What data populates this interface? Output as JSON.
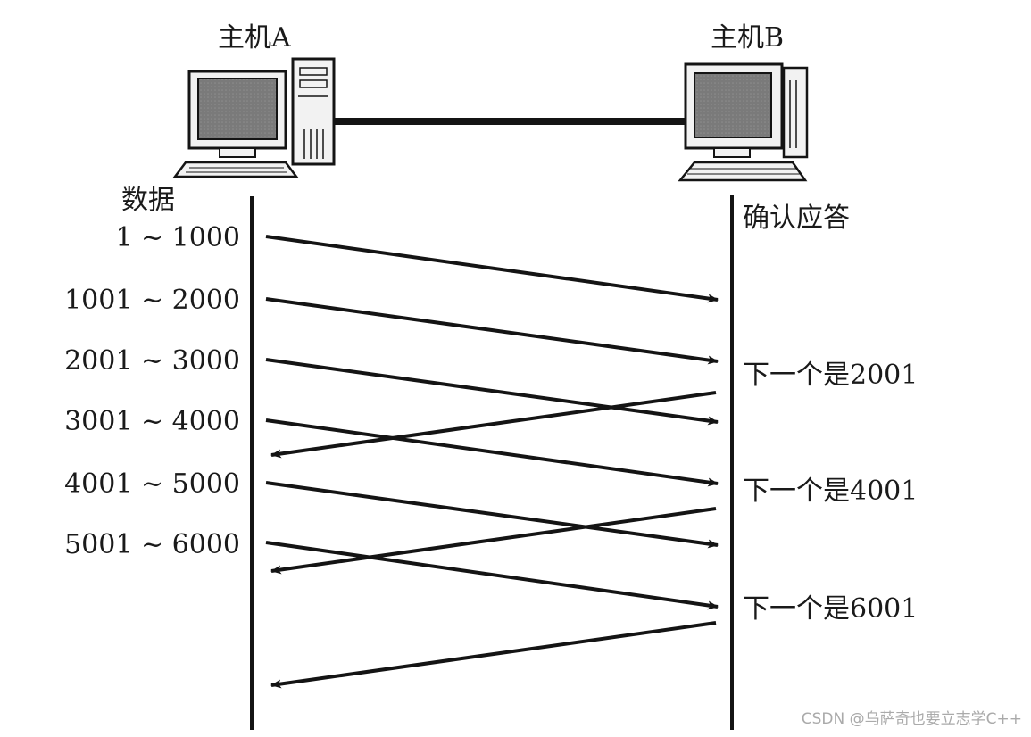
{
  "hosts": {
    "a_label": "主机A",
    "b_label": "主机B"
  },
  "left_header": "数据",
  "right_header": "确认应答",
  "data_segments": [
    "1 ~ 1000",
    "1001 ~ 2000",
    "2001 ~ 3000",
    "3001 ~ 4000",
    "4001 ~ 5000",
    "5001 ~ 6000"
  ],
  "acks": [
    "下一个是2001",
    "下一个是4001",
    "下一个是6001"
  ],
  "watermark": "CSDN @乌萨奇也要立志学C++",
  "colors": {
    "ink": "#141414",
    "screen": "#7a7a7a",
    "case": "#f2f2f2"
  }
}
